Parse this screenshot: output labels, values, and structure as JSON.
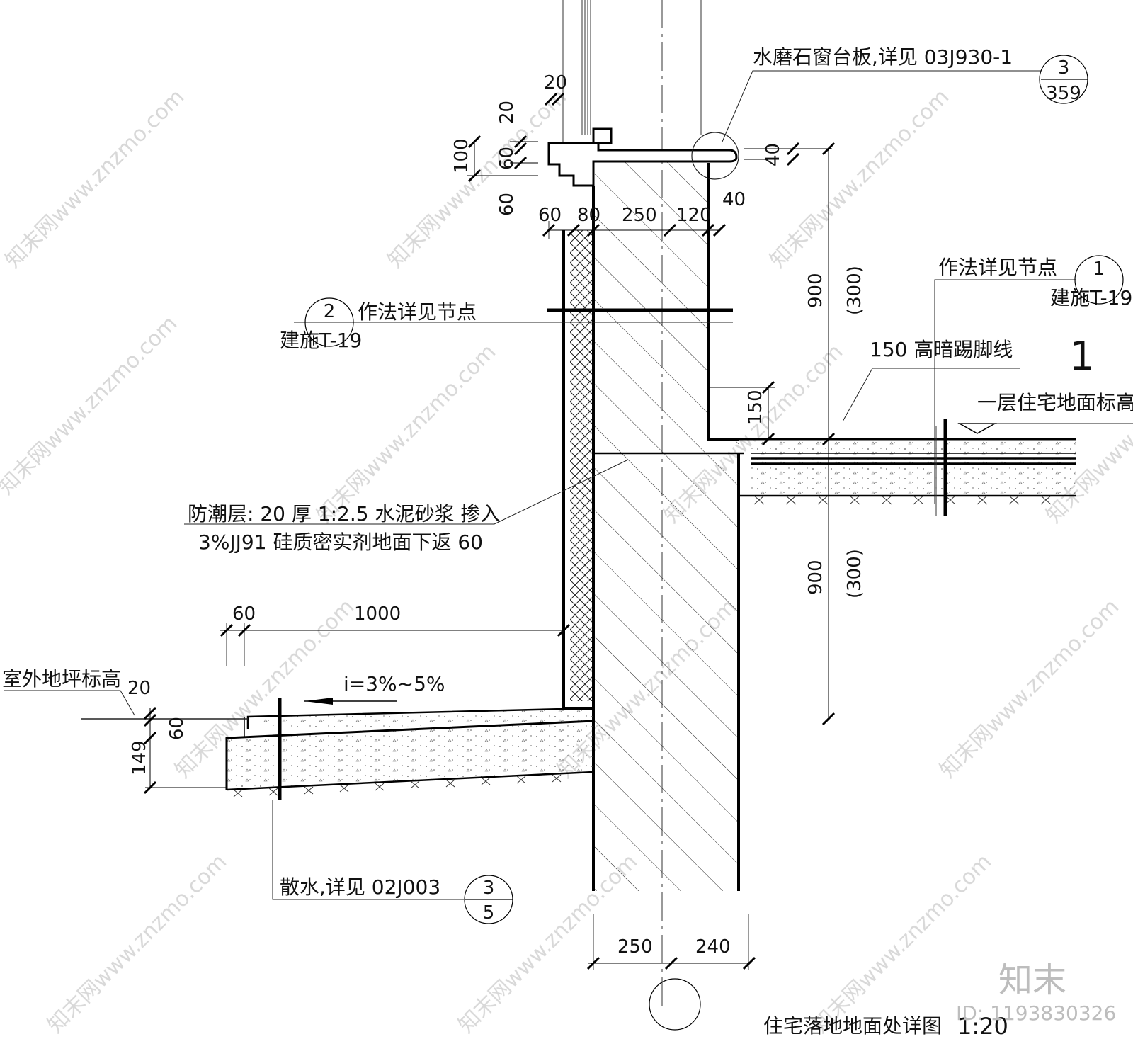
{
  "labels": {
    "sill_board": "水磨石窗台板,详见 03J930-1",
    "detail_ref_1": "作法详见节点",
    "drawing_ref_1": "建施T-19",
    "detail_ref_2": "作法详见节点",
    "drawing_ref_2": "建施T-19",
    "skirting": "150 高暗踢脚线",
    "floor_level": "一层住宅地面标高",
    "section_number": "1",
    "damp_proof_line1": "防潮层: 20 厚 1:2.5 水泥砂浆 掺入",
    "damp_proof_line2": "3%JJ91 硅质密实剂地面下返  60",
    "outdoor_level": "室外地坪标高",
    "slope": "i=3%~5%",
    "apron": "散水,详见 02J003",
    "title": "住宅落地地面处详图",
    "scale": "1:20",
    "logo": "知末",
    "id_text": "ID: 1193830326",
    "watermark": "知末网www.znzmo.com"
  },
  "bubbles": {
    "sill_top": "3",
    "sill_bottom": "359",
    "node1_top": "1",
    "node2_top": "2",
    "apron_top": "3",
    "apron_bottom": "5"
  },
  "dimensions": {
    "d20_top": "20",
    "d20_vert": "20",
    "d100": "100",
    "d60_a": "60",
    "d60_b": "60",
    "d60_c": "60",
    "d80": "80",
    "d250_top": "250",
    "d120": "120",
    "d40_a": "40",
    "d40_b": "40",
    "d900_a": "900",
    "d300_a": "(300)",
    "d150": "150",
    "d900_b": "900",
    "d300_b": "(300)",
    "d60_d": "60",
    "d1000": "1000",
    "d20_outdoor": "20",
    "d60_e": "60",
    "d149": "149",
    "d250_bottom": "250",
    "d240": "240"
  }
}
